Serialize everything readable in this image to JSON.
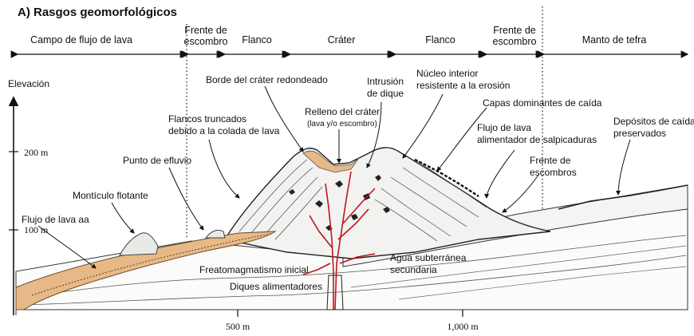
{
  "title": "A) Rasgos geomorfológicos",
  "zones": {
    "campo": "Campo de flujo de lava",
    "frente_izq_1": "Frente de",
    "frente_izq_2": "escombro",
    "flanco_izq": "Flanco",
    "crater": "Cráter",
    "flanco_der": "Flanco",
    "frente_der_1": "Frente de",
    "frente_der_2": "escombro",
    "manto": "Manto de tefra"
  },
  "axis": {
    "ylabel": "Elevación",
    "y200": "200 m",
    "y100": "100 m",
    "x500": "500 m",
    "x1000": "1,000 m"
  },
  "labels": {
    "borde": "Borde del cráter redondeado",
    "intrusion_1": "Intrusión",
    "intrusion_2": "de dique",
    "nucleo_1": "Núcleo interior",
    "nucleo_2": "resistente a la erosión",
    "capas": "Capas dominantes de caída",
    "flancos_trunc_1": "Flancos truncados",
    "flancos_trunc_2": "debido a la colada de lava",
    "relleno_1": "Relleno del cráter",
    "relleno_2": "(lava y/o escombro)",
    "depositos_1": "Depósitos de caída",
    "depositos_2": "preservados",
    "flujo_salp_1": "Flujo de lava",
    "flujo_salp_2": "alimentador de salpicaduras",
    "efluvio": "Punto de efluvio",
    "frente_esc_1": "Frente de",
    "frente_esc_2": "escombros",
    "monticulo": "Montículo flotante",
    "flujo_aa": "Flujo de lava aa",
    "agua_1": "Agua subterránea",
    "agua_2": "secundaria",
    "freato": "Freatomagmatismo inicial",
    "diques": "Diques alimentadores"
  }
}
